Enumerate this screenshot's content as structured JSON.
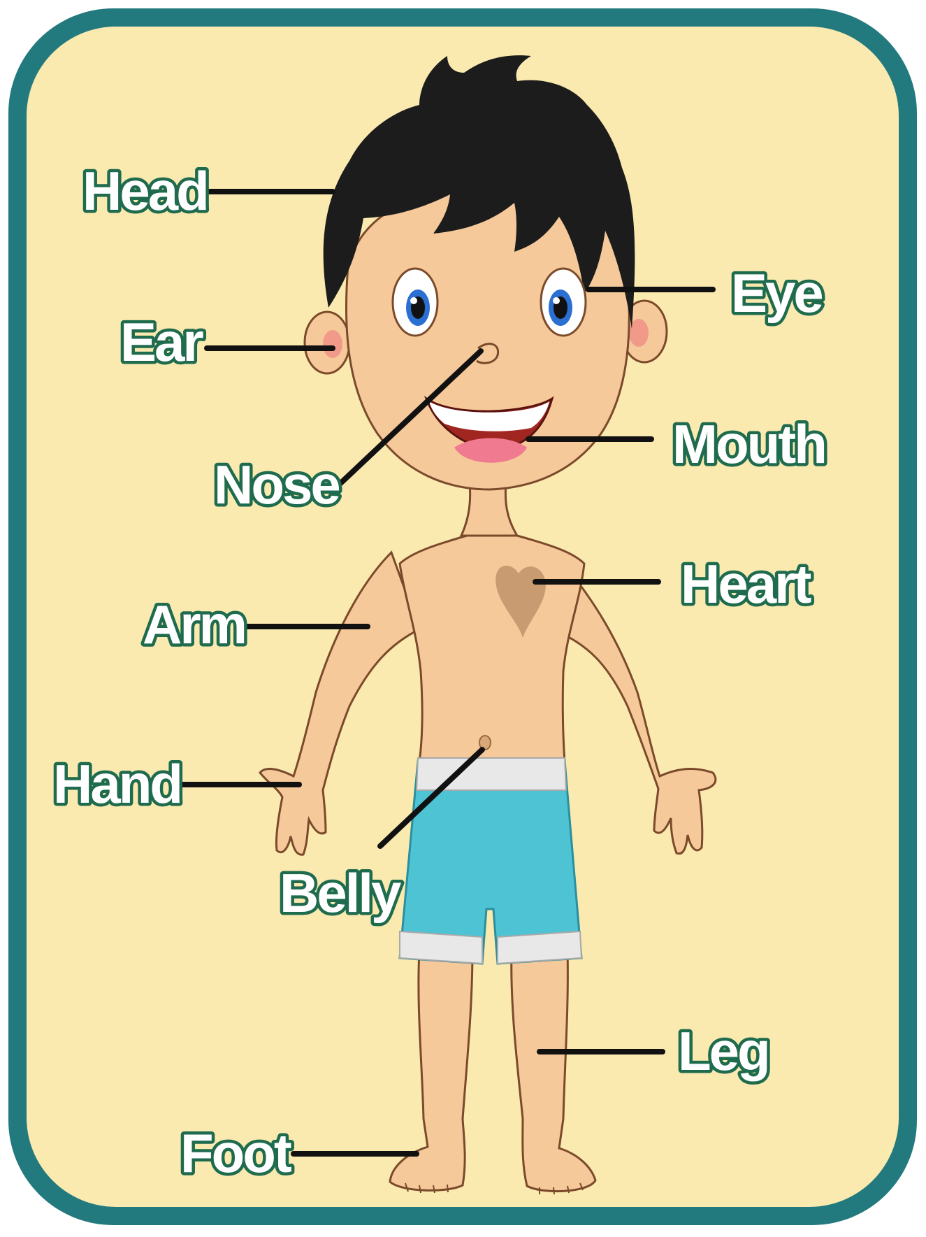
{
  "colors": {
    "frame": "#237a7e",
    "panel": "#fbeab0",
    "skin": "#f6c99a",
    "hair": "#1c1c1c",
    "shorts": "#4ec3d4",
    "label_outline": "#1f6b4e"
  },
  "labels": {
    "head": "Head",
    "ear": "Ear",
    "nose": "Nose",
    "arm": "Arm",
    "hand": "Hand",
    "belly": "Belly",
    "foot": "Foot",
    "eye": "Eye",
    "mouth": "Mouth",
    "heart": "Heart",
    "leg": "Leg"
  },
  "icons": {
    "figure": "boy-figure-icon"
  }
}
